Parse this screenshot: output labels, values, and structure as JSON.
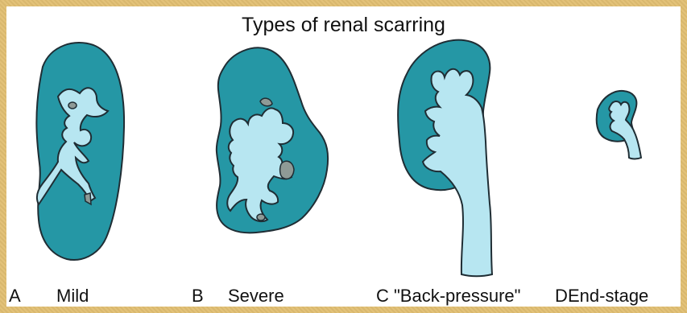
{
  "title": "Types of renal scarring",
  "panels": [
    {
      "letter": "A",
      "label": "Mild"
    },
    {
      "letter": "B",
      "label": "Severe"
    },
    {
      "letter": "C",
      "label": "\"Back-pressure\""
    },
    {
      "letter": "D",
      "label": "End-stage"
    }
  ],
  "colors": {
    "border": "#e2bf72",
    "kidney_tissue": "#2597a5",
    "pelvis": "#b7e6f1",
    "scar": "#8f9a96",
    "outline": "#1f2d34"
  }
}
